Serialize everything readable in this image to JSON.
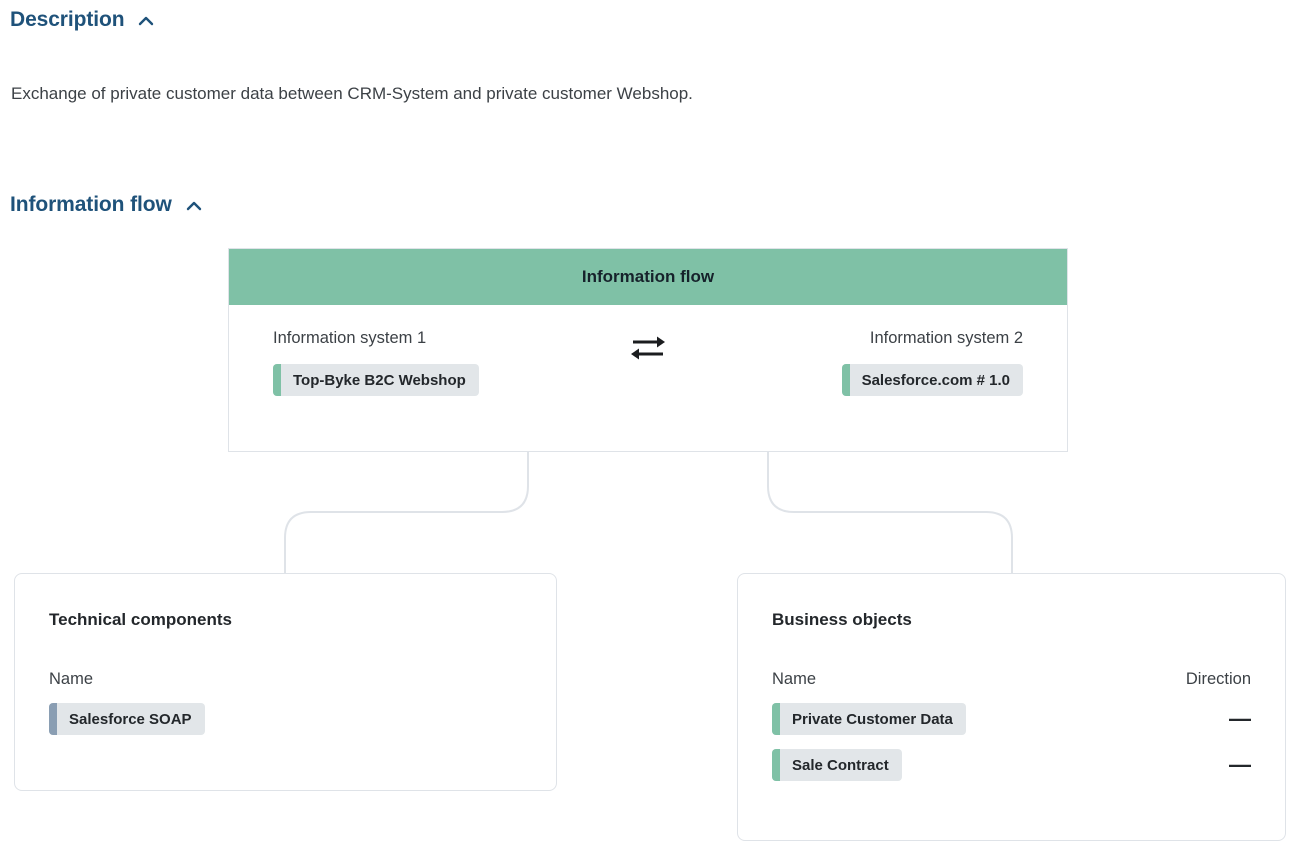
{
  "sections": {
    "description": {
      "heading": "Description",
      "chevron_icon": "chevron-up-icon",
      "text": "Exchange of private customer data between CRM-System and private customer Webshop."
    },
    "information_flow": {
      "heading": "Information flow",
      "chevron_icon": "chevron-up-icon"
    }
  },
  "flow_card": {
    "header_title": "Information flow",
    "header_color": "#7fc1a6",
    "exchange_icon": "exchange-arrows-icon",
    "system_1": {
      "label": "Information system 1",
      "chip": {
        "text": "Top-Byke B2C Webshop",
        "accent_color": "#7fc1a6"
      }
    },
    "system_2": {
      "label": "Information system 2",
      "chip": {
        "text": "Salesforce.com # 1.0",
        "accent_color": "#7fc1a6"
      }
    }
  },
  "panels": {
    "technical_components": {
      "title": "Technical components",
      "columns": [
        "Name"
      ],
      "rows": [
        {
          "name": "Salesforce SOAP",
          "accent_color": "#8a9eb3"
        }
      ]
    },
    "business_objects": {
      "title": "Business objects",
      "columns": [
        "Name",
        "Direction"
      ],
      "rows": [
        {
          "name": "Private Customer Data",
          "accent_color": "#7fc1a6",
          "direction": "—"
        },
        {
          "name": "Sale Contract",
          "accent_color": "#7fc1a6",
          "direction": "—"
        }
      ]
    }
  },
  "theme": {
    "heading_color": "#1f527a",
    "chip_background": "#e2e6e9",
    "card_border": "#dfe3e8",
    "connector_color": "#dfe3e8"
  }
}
